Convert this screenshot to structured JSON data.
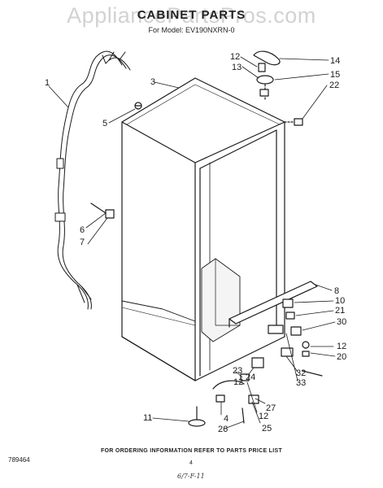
{
  "header": {
    "watermark": "AppliancePartsPros.com",
    "title": "CABINET PARTS",
    "model": "For Model: EV190NXRN-0"
  },
  "callouts": [
    "1",
    "3",
    "5",
    "6",
    "7",
    "12",
    "13",
    "14",
    "15",
    "22",
    "8",
    "10",
    "21",
    "30",
    "12",
    "20",
    "32",
    "33",
    "23",
    "24",
    "12",
    "27",
    "25",
    "12",
    "4",
    "26",
    "11"
  ],
  "footer": {
    "ordering_info": "FOR ORDERING INFORMATION REFER TO PARTS PRICE LIST",
    "doc_number": "789464",
    "page_number": "4",
    "handwritten_note": "6/7-F-11"
  },
  "colors": {
    "ink": "#1a1a1a",
    "watermark": "#d2d2d2",
    "background": "#ffffff"
  }
}
